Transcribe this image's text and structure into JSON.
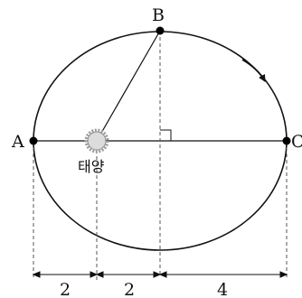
{
  "labels": {
    "point_a": "A",
    "point_b": "B",
    "point_c": "C",
    "sun": "태양"
  },
  "dimensions": [
    "2",
    "2",
    "4"
  ],
  "colors": {
    "stroke": "#111111",
    "sun_fill": "#dcdcdc",
    "sun_ray": "#9a9a9a"
  }
}
